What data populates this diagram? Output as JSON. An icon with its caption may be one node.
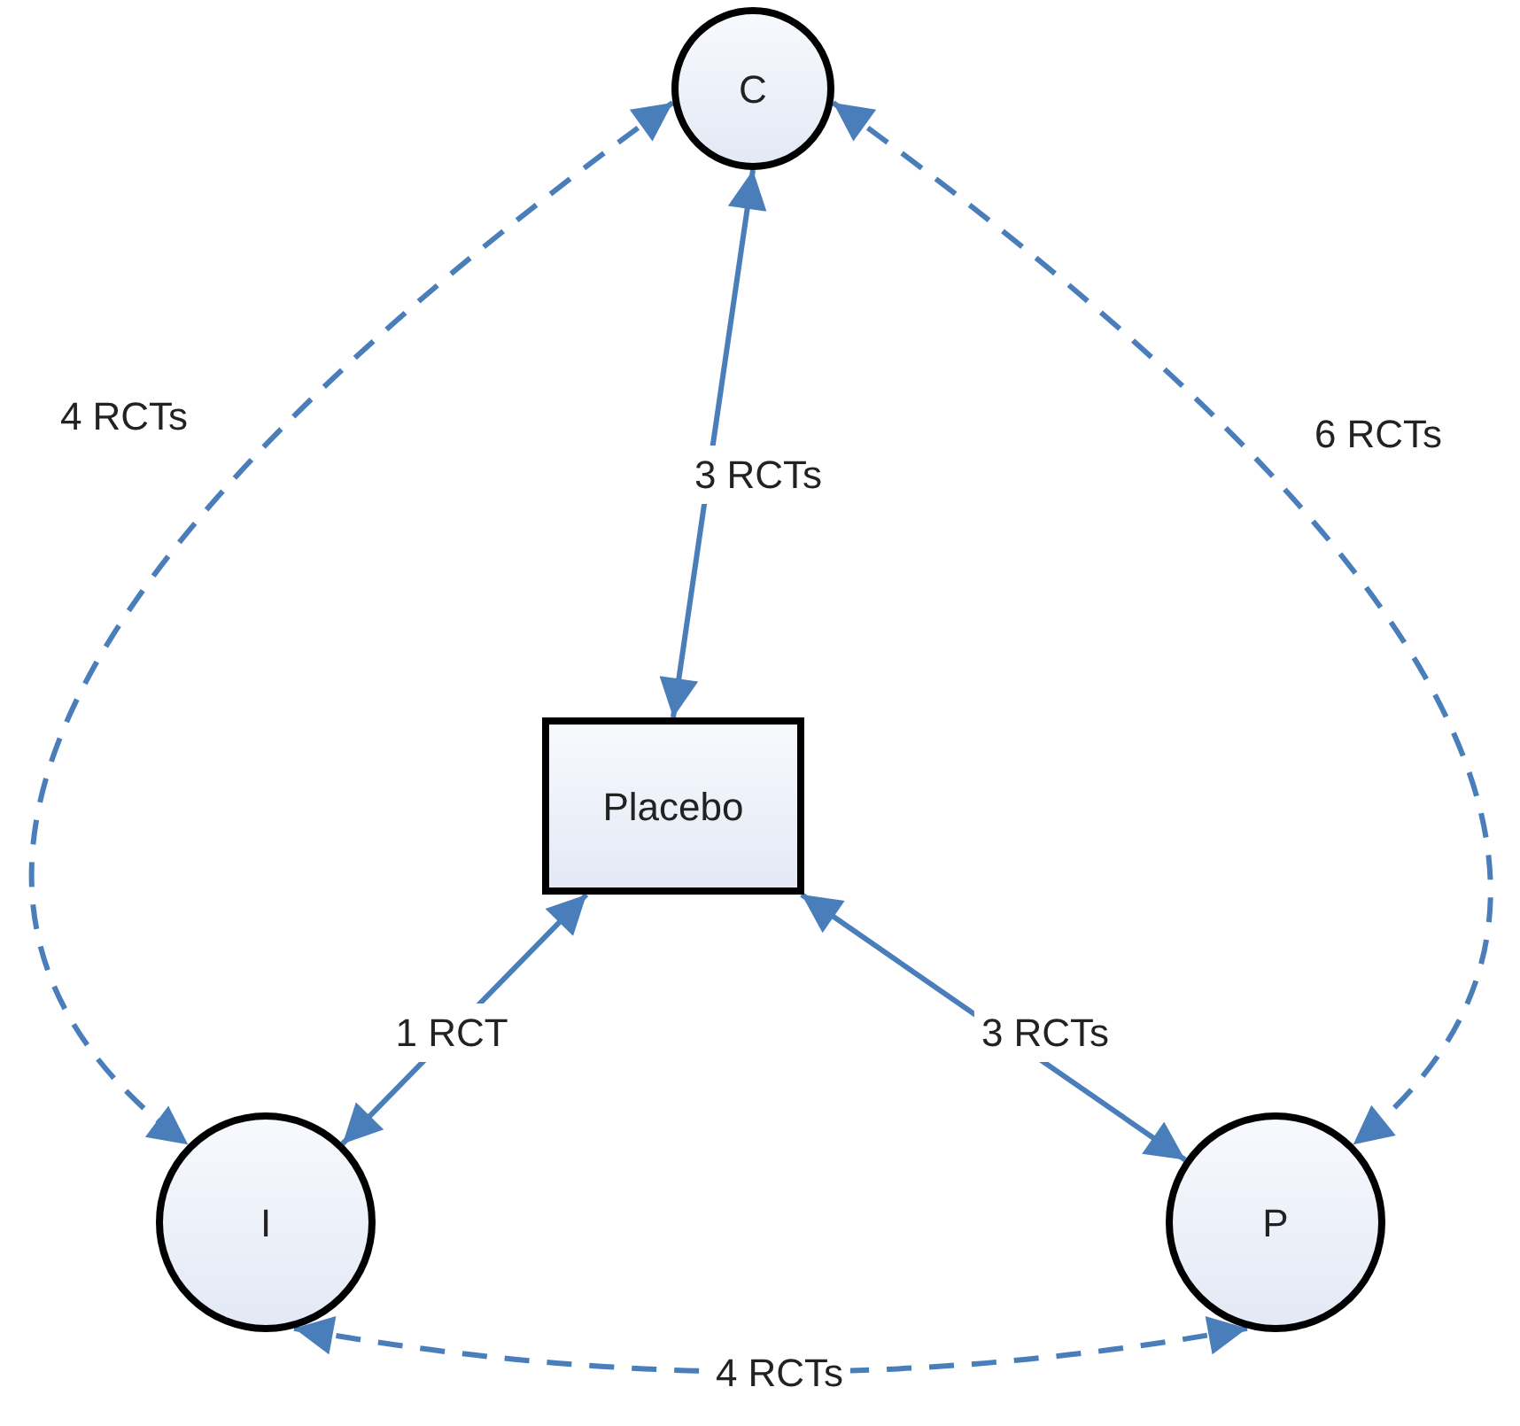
{
  "diagram": {
    "nodes": [
      {
        "text": [
          "C"
        ]
      },
      {
        "text": [
          "Placebo"
        ]
      },
      {
        "text": [
          "I"
        ]
      },
      {
        "text": [
          "P"
        ]
      }
    ],
    "edges": [
      {
        "from": 0,
        "to": 2,
        "arrow": "both",
        "label": "4 RCTs",
        "style": "dashed"
      },
      {
        "from": 0,
        "to": 1,
        "arrow": "both",
        "label": "3 RCTs"
      },
      {
        "from": 0,
        "to": 3,
        "arrow": "both",
        "label": "6 RCTs",
        "style": "dashed"
      },
      {
        "from": 1,
        "to": 2,
        "arrow": "both",
        "label": "1 RCT"
      },
      {
        "from": 1,
        "to": 3,
        "arrow": "both",
        "label": "3 RCTs"
      },
      {
        "from": 2,
        "to": 3,
        "arrow": "both",
        "label": "4 RCTs",
        "style": "dashed"
      }
    ]
  }
}
